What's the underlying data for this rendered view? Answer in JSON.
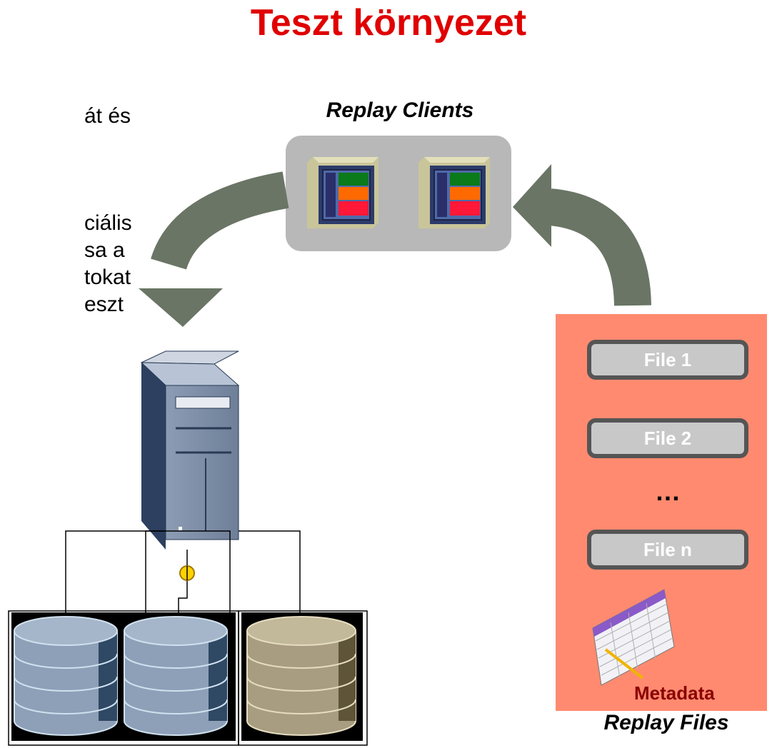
{
  "title": "Teszt környezet",
  "left_text": [
    "át és",
    "ciális",
    "sa a",
    "tokat",
    "eszt"
  ],
  "replay_clients": {
    "label": "Replay Clients"
  },
  "replay_files": {
    "label": "Replay Files",
    "files": [
      "File 1",
      "File 2",
      "File n"
    ],
    "ellipsis": "…",
    "metadata_label": "Metadata"
  },
  "colors": {
    "title": "#e00000",
    "arrow": "#6a7565",
    "clients_box": "#b8b8b8",
    "files_panel": "#ff8a70",
    "metadata": "#8a0000",
    "disk_blue": "#8ea0b8",
    "disk_tan": "#a89d80"
  },
  "icons": [
    "app-window-icon",
    "server-tower-icon",
    "database-disk-icon",
    "spreadsheet-icon"
  ]
}
